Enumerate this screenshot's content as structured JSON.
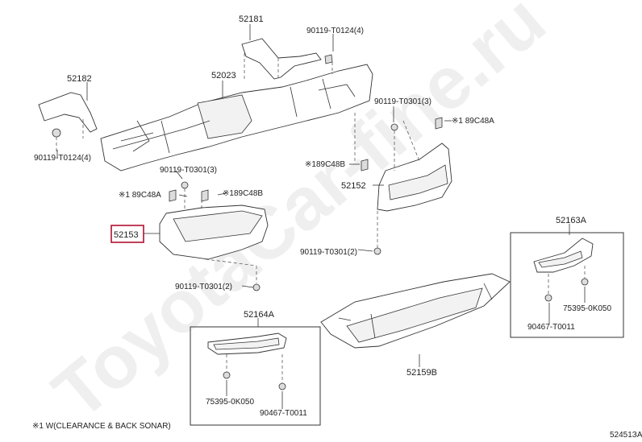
{
  "watermark": "ToyotaCar-fine.ru",
  "footnote": "※1 W(CLEARANCE & BACK SONAR)",
  "diagram_id": "52451ЗА",
  "labels": {
    "p52181": "52181",
    "p52182": "52182",
    "p52023": "52023",
    "b90119_t0124_a": "90119-T0124(4)",
    "b90119_t0124_b": "90119-T0124(4)",
    "b90119_t0301_a": "90119-T0301(3)",
    "b90119_t0301_b": "90119-T0301(3)",
    "b90119_t0301_c": "90119-T0301(2)",
    "b90119_t0301_d": "90119-T0301(2)",
    "s89c48a_r": "※1 89C48A",
    "s89c48b_r": "※189C48B",
    "s89c48a_l": "※1 89C48A",
    "s89c48b_l": "※189C48B",
    "p52152": "52152",
    "p52153": "52153",
    "p52163a": "52163A",
    "p52164a": "52164A",
    "p52159b": "52159B",
    "c75395_r": "75395-0K050",
    "c90467_r": "90467-T0011",
    "c75395_l": "75395-0K050",
    "c90467_l": "90467-T0011"
  }
}
